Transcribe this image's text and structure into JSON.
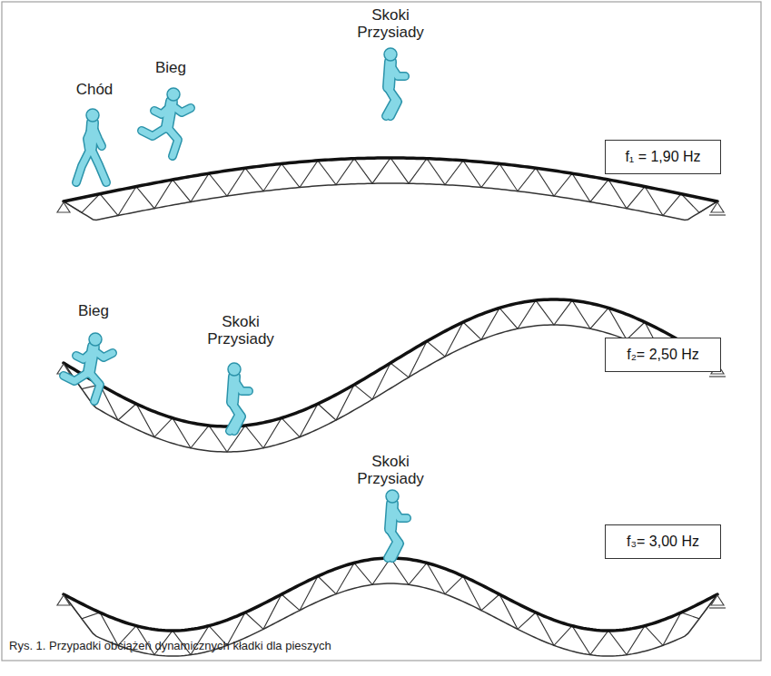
{
  "diagram": {
    "caption": "Rys. 1. Przypadki obciążeń dynamicznych kładki dla pieszych",
    "nodes": [
      {
        "text": [
          "f₁ = 1,90 Hz"
        ]
      },
      {
        "text": [
          "f₂= 2,50 Hz"
        ]
      },
      {
        "text": [
          "f₃= 3,00 Hz"
        ]
      }
    ],
    "labels": [
      "Chód",
      "Bieg",
      "Skoki Przysiady",
      "Bieg",
      "Skoki Przysiady",
      "Skoki Przysiady"
    ]
  }
}
